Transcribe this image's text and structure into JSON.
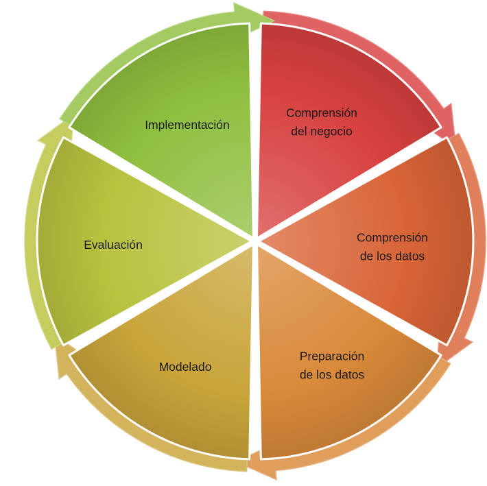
{
  "diagram": {
    "type": "cycle",
    "segments": [
      {
        "id": "comprension-negocio",
        "lines": [
          "Comprensión",
          "del negocio"
        ],
        "color": "#d7413f"
      },
      {
        "id": "comprension-datos",
        "lines": [
          "Comprensión",
          "de los datos"
        ],
        "color": "#d96437"
      },
      {
        "id": "preparacion-datos",
        "lines": [
          "Preparación",
          "de los datos"
        ],
        "color": "#d9893a"
      },
      {
        "id": "modelado",
        "lines": [
          "Modelado"
        ],
        "color": "#c9a43a"
      },
      {
        "id": "evaluacion",
        "lines": [
          "Evaluación"
        ],
        "color": "#b8c23e"
      },
      {
        "id": "implementacion",
        "lines": [
          "Implementación"
        ],
        "color": "#8fbf3f"
      }
    ]
  }
}
